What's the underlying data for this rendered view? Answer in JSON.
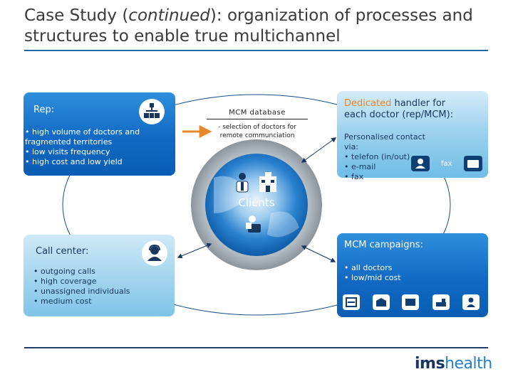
{
  "title": {
    "part1": "Case Study (",
    "italic": "continued",
    "part2": "): organization of processes and structures to enable true multichannel"
  },
  "rep": {
    "heading": "Rep:",
    "lines": [
      "• high volume of doctors and",
      "fragmented territories",
      "• low visits frequency",
      "• high cost and low yield"
    ]
  },
  "dedicated": {
    "heading_highlight": "Dedicated",
    "heading_rest": " handler for",
    "heading_line2": "each doctor (rep/MCM):",
    "lines": [
      "Personalised contact via:",
      "• telefon (in/out)",
      "• e-mail",
      "• fax"
    ],
    "fax_label": "fax"
  },
  "center": {
    "db_label": "MCM database",
    "sub_line1": "- selection of doctors for",
    "sub_line2": "remote communciation",
    "clients_label": "Clients"
  },
  "call_center": {
    "heading": "Call center:",
    "lines": [
      "• outgoing calls",
      "• high coverage",
      "• unassigned individuals",
      "• medium cost"
    ]
  },
  "mcm_campaigns": {
    "heading": "MCM campaigns:",
    "lines": [
      "• all doctors",
      "• low/mid cost"
    ]
  },
  "logo": {
    "bold": "ims",
    "light": "health"
  },
  "colors": {
    "title_rule": "#1f6aa3",
    "dark_box": "#1169c4",
    "light_box": "#9fd2ee",
    "arrow_orange": "#e8872b",
    "ring_gray": "#9aa3ab",
    "globe_blue": "#1a73c6"
  }
}
